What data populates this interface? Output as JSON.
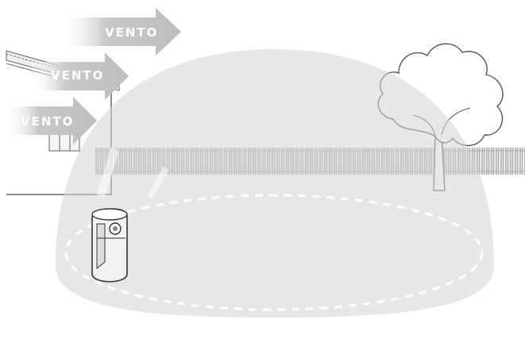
{
  "arrows": [
    {
      "label": "VENTO"
    },
    {
      "label": "VENTO"
    },
    {
      "label": "VENTO"
    }
  ],
  "colors": {
    "dome": "#dcdcdc",
    "arrow": "#c6c6c6",
    "line": "#555555"
  }
}
